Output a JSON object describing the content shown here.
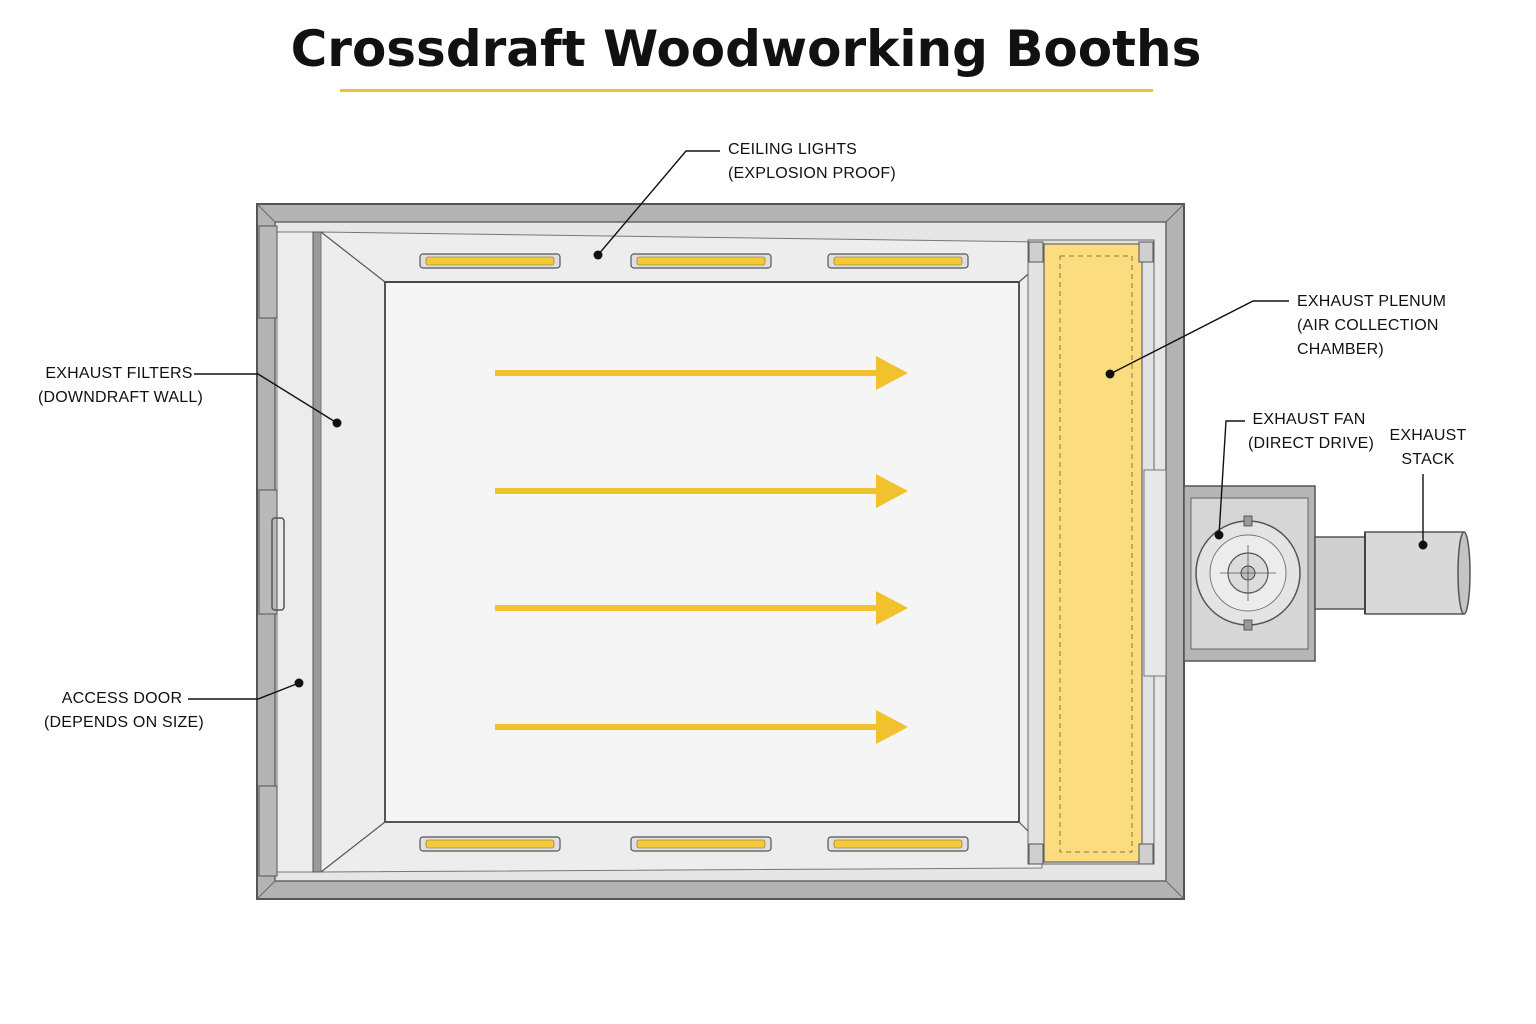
{
  "title": "Crossdraft Woodworking Booths",
  "colors": {
    "accent": "#f2c12e",
    "filter_yellow": "#f5c93a",
    "plenum_yellow": "#fbdc7e",
    "wall_gray": "#a9a9a9",
    "floor": "#f4f4f4"
  },
  "airflow_direction": "left-to-right",
  "airflow_arrow_count": 4,
  "ceiling_light_count": 6,
  "labels": {
    "ceiling_lights": {
      "line1": "CEILING LIGHTS",
      "line2": "(EXPLOSION PROOF)"
    },
    "exhaust_filters": {
      "line1": "EXHAUST FILTERS",
      "line2": "(DOWNDRAFT WALL)"
    },
    "access_door": {
      "line1": "ACCESS DOOR",
      "line2": "(DEPENDS ON SIZE)"
    },
    "exhaust_plenum": {
      "line1": "EXHAUST PLENUM",
      "line2": "(AIR COLLECTION",
      "line3": "CHAMBER)"
    },
    "exhaust_fan": {
      "line1": "EXHAUST FAN",
      "line2": "(DIRECT DRIVE)"
    },
    "exhaust_stack": {
      "line1": "EXHAUST",
      "line2": "STACK"
    }
  }
}
